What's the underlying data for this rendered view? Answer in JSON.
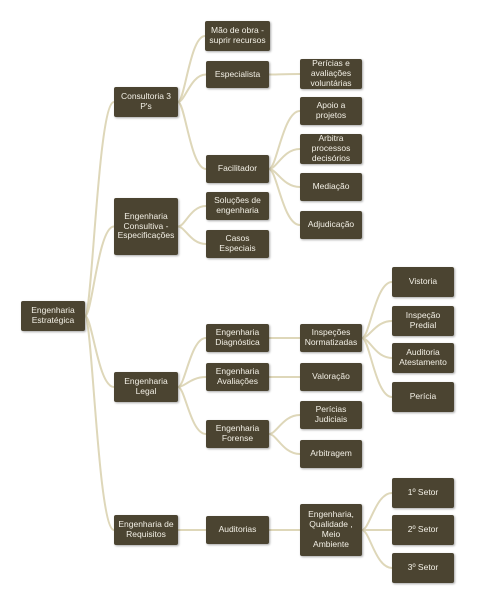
{
  "colors": {
    "node_fill": "#4b4431",
    "node_text": "#f3f0e6",
    "line": "#ded7b9"
  },
  "nodes": {
    "root": "Engenharia\nEstratégica",
    "consultoria": "Consultoria   3\nP's",
    "maodeobra": "Mão de obra -\nsuprir  recursos",
    "especialista": "Especialista",
    "pericias_aval": "Perícias  e\navaliações\nvoluntárias",
    "facilitador": "Facilitador",
    "apoio": "Apoio  a\nprojetos",
    "arbitra": "Arbitra\nprocessos\ndecisórios",
    "mediacao": "Mediação",
    "adjudicacao": "Adjudicação",
    "eng_consultiva": "Engenharia\nConsultiva  -\nEspecificações",
    "solucoes": "Soluções  de\nengenharia",
    "casos": "Casos\nEspeciais",
    "eng_legal": "Engenharia\nLegal",
    "eng_diagnostica": "Engenharia\nDiagnóstica",
    "inspecoes": "Inspeções\nNormatizadas",
    "vistoria": "Vistoria",
    "inspecao_predial": "Inspeção\nPredial",
    "auditoria_atest": "Auditoria\nAtestamento",
    "pericia": "Perícia",
    "eng_avaliacoes": "Engenharia\nAvaliações",
    "valoracao": "Valoração",
    "eng_forense": "Engenharia\nForense",
    "pericias_judiciais": "Perícias\nJudiciais",
    "arbitragem": "Arbitragem",
    "eng_requisitos": "Engenharia  de\nRequisitos",
    "auditorias": "Auditorias",
    "eng_qualidade": "Engenharia,\nQualidade  ,\nMeio\nAmbiente",
    "setor1": "1º Setor",
    "setor2": "2º Setor",
    "setor3": "3º Setor"
  },
  "edges": [
    [
      "root",
      "consultoria"
    ],
    [
      "root",
      "eng_consultiva"
    ],
    [
      "root",
      "eng_legal"
    ],
    [
      "root",
      "eng_requisitos"
    ],
    [
      "consultoria",
      "maodeobra"
    ],
    [
      "consultoria",
      "especialista"
    ],
    [
      "consultoria",
      "facilitador"
    ],
    [
      "especialista",
      "pericias_aval"
    ],
    [
      "facilitador",
      "apoio"
    ],
    [
      "facilitador",
      "arbitra"
    ],
    [
      "facilitador",
      "mediacao"
    ],
    [
      "facilitador",
      "adjudicacao"
    ],
    [
      "eng_consultiva",
      "solucoes"
    ],
    [
      "eng_consultiva",
      "casos"
    ],
    [
      "eng_legal",
      "eng_diagnostica"
    ],
    [
      "eng_legal",
      "eng_avaliacoes"
    ],
    [
      "eng_legal",
      "eng_forense"
    ],
    [
      "eng_diagnostica",
      "inspecoes"
    ],
    [
      "inspecoes",
      "vistoria"
    ],
    [
      "inspecoes",
      "inspecao_predial"
    ],
    [
      "inspecoes",
      "auditoria_atest"
    ],
    [
      "inspecoes",
      "pericia"
    ],
    [
      "eng_avaliacoes",
      "valoracao"
    ],
    [
      "eng_forense",
      "pericias_judiciais"
    ],
    [
      "eng_forense",
      "arbitragem"
    ],
    [
      "eng_requisitos",
      "auditorias"
    ],
    [
      "auditorias",
      "eng_qualidade"
    ],
    [
      "eng_qualidade",
      "setor1"
    ],
    [
      "eng_qualidade",
      "setor2"
    ],
    [
      "eng_qualidade",
      "setor3"
    ]
  ]
}
